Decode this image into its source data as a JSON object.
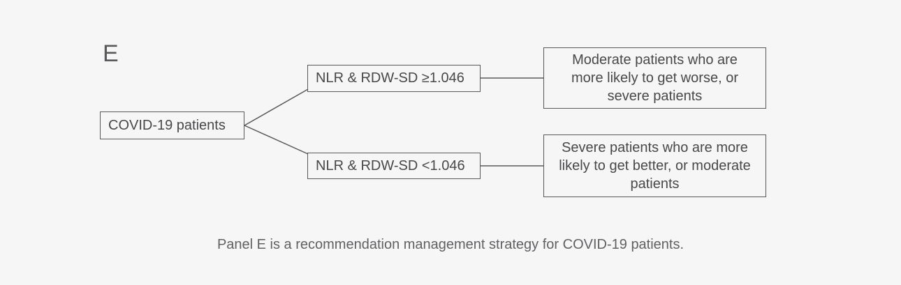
{
  "panel_label": "E",
  "caption": "Panel E is a recommendation management strategy for COVID-19 patients.",
  "diagram": {
    "type": "decision-flowchart",
    "root": {
      "label": "COVID-19 patients"
    },
    "branches": [
      {
        "condition": "NLR & RDW-SD ≥1.046",
        "outcome": "Moderate patients who are more likely to get worse, or severe patients",
        "outcome_lines": [
          "Moderate patients who are",
          "more likely to get worse, or",
          "severe patients"
        ]
      },
      {
        "condition": "NLR & RDW-SD <1.046",
        "outcome": "Severe patients who are more likely to get better, or moderate patients",
        "outcome_lines": [
          "Severe patients who are more",
          "likely to get better, or moderate",
          "patients"
        ]
      }
    ]
  },
  "colors": {
    "background": "#f6f6f6",
    "line": "#58585a",
    "box_text": "#48484a",
    "caption_text": "#616164"
  }
}
